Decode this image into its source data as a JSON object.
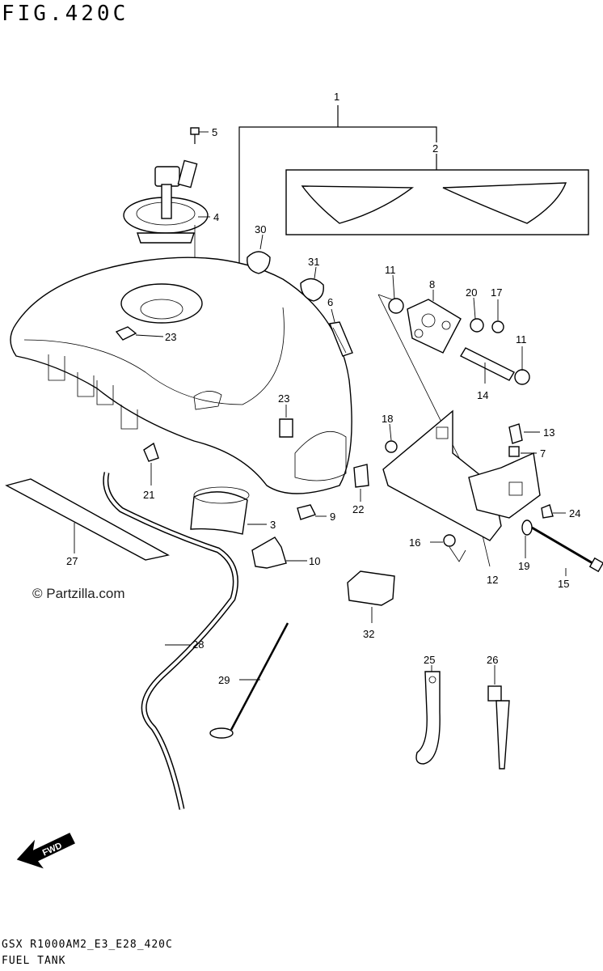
{
  "header": {
    "figure_title": "FIG.420C"
  },
  "footer": {
    "model_code": "GSX R1000AM2_E3_E28_420C",
    "section_name": "FUEL TANK"
  },
  "watermark": {
    "text": "© Partzilla.com"
  },
  "fwd_label": "FWD",
  "callouts": [
    {
      "id": "c1",
      "label": "1"
    },
    {
      "id": "c2",
      "label": "2"
    },
    {
      "id": "c3",
      "label": "3"
    },
    {
      "id": "c4",
      "label": "4"
    },
    {
      "id": "c5",
      "label": "5"
    },
    {
      "id": "c6",
      "label": "6"
    },
    {
      "id": "c7",
      "label": "7"
    },
    {
      "id": "c8",
      "label": "8"
    },
    {
      "id": "c9",
      "label": "9"
    },
    {
      "id": "c10",
      "label": "10"
    },
    {
      "id": "c11a",
      "label": "11"
    },
    {
      "id": "c11b",
      "label": "11"
    },
    {
      "id": "c12",
      "label": "12"
    },
    {
      "id": "c13",
      "label": "13"
    },
    {
      "id": "c14",
      "label": "14"
    },
    {
      "id": "c15",
      "label": "15"
    },
    {
      "id": "c16",
      "label": "16"
    },
    {
      "id": "c17",
      "label": "17"
    },
    {
      "id": "c18",
      "label": "18"
    },
    {
      "id": "c19",
      "label": "19"
    },
    {
      "id": "c20",
      "label": "20"
    },
    {
      "id": "c21",
      "label": "21"
    },
    {
      "id": "c22",
      "label": "22"
    },
    {
      "id": "c23a",
      "label": "23"
    },
    {
      "id": "c23b",
      "label": "23"
    },
    {
      "id": "c24",
      "label": "24"
    },
    {
      "id": "c25",
      "label": "25"
    },
    {
      "id": "c26",
      "label": "26"
    },
    {
      "id": "c27",
      "label": "27"
    },
    {
      "id": "c28",
      "label": "28"
    },
    {
      "id": "c29",
      "label": "29"
    },
    {
      "id": "c30",
      "label": "30"
    },
    {
      "id": "c31",
      "label": "31"
    },
    {
      "id": "c32",
      "label": "32"
    }
  ]
}
